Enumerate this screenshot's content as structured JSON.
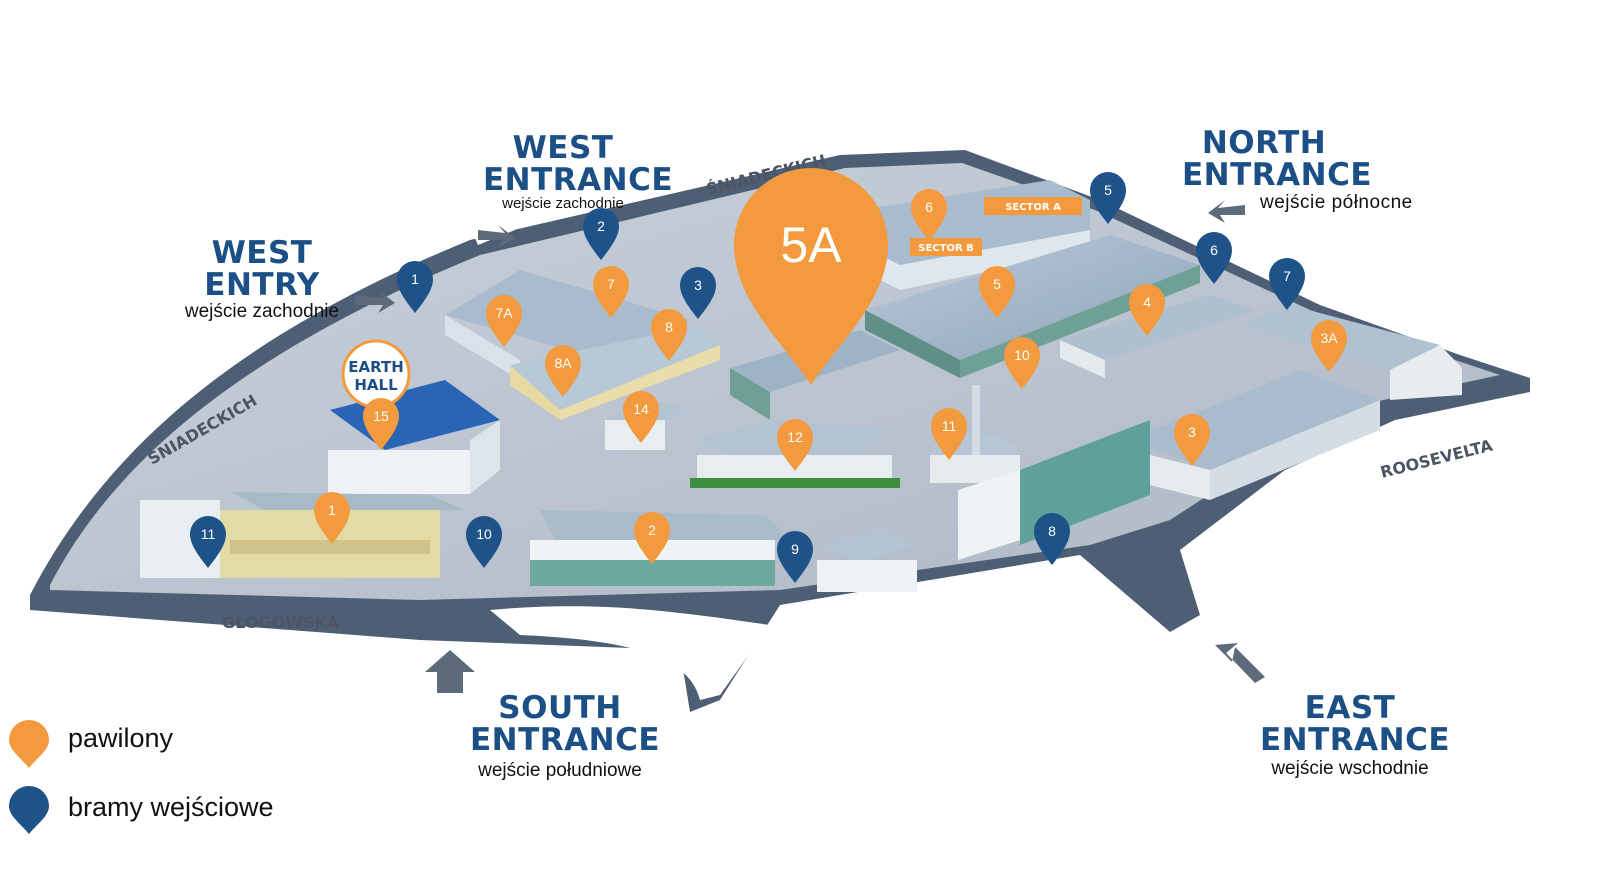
{
  "highlight": {
    "label": "5A",
    "color": "#f29a3d"
  },
  "entrances": {
    "west_entrance": {
      "title_line1": "WEST",
      "title_line2": "ENTRANCE",
      "subtitle": "wejście zachodnie"
    },
    "west_entry": {
      "title_line1": "WEST",
      "title_line2": "ENTRY",
      "subtitle": "wejście zachodnie"
    },
    "north_entrance": {
      "title_line1": "NORTH",
      "title_line2": "ENTRANCE",
      "subtitle": "wejście północne"
    },
    "south_entrance": {
      "title_line1": "SOUTH",
      "title_line2": "ENTRANCE",
      "subtitle": "wejście południowe"
    },
    "east_entrance": {
      "title_line1": "EAST",
      "title_line2": "ENTRANCE",
      "subtitle": "wejście wschodnie"
    }
  },
  "streets": {
    "sniadeckich_north": "ŚNIADECKICH",
    "sniadeckich_west": "ŚNIADECKICH",
    "glogowska": "GŁOGOWSKA",
    "roosevelta": "ROOSEVELTA"
  },
  "sectors": {
    "sector_a": "SECTOR A",
    "sector_b": "SECTOR B"
  },
  "earth_hall": {
    "line1": "EARTH",
    "line2": "HALL"
  },
  "pavilions": [
    "1",
    "2",
    "3",
    "3A",
    "4",
    "5",
    "6",
    "7",
    "7A",
    "8",
    "8A",
    "10",
    "11",
    "12",
    "14",
    "15"
  ],
  "gates": [
    "1",
    "2",
    "3",
    "5",
    "6",
    "7",
    "8",
    "9",
    "10",
    "11"
  ],
  "legend": {
    "pavilions_label": "pawilony",
    "gates_label": "bramy wejściowe"
  },
  "colors": {
    "pavilion_marker": "#f29a3d",
    "gate_marker": "#1d5389",
    "heading_text": "#1b4f86",
    "road": "#4e5f75"
  }
}
